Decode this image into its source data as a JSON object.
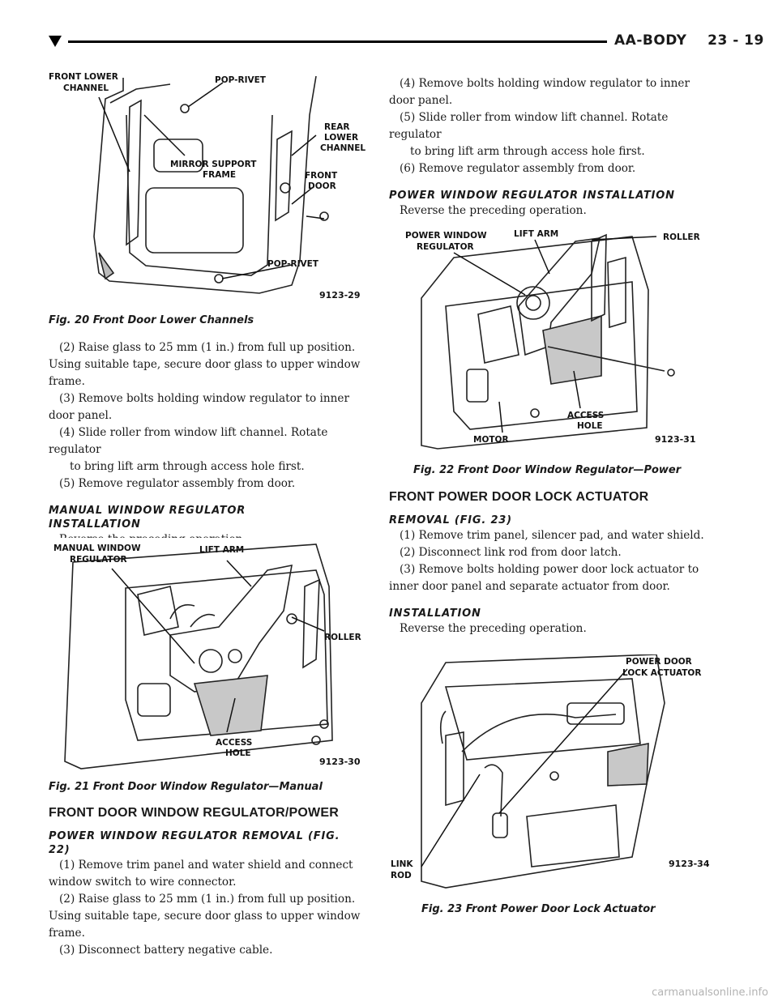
{
  "header": {
    "title": "AA-BODY    23 - 19"
  },
  "fig20": {
    "labels": {
      "front_lower_channel": "FRONT LOWER\nCHANNEL",
      "pop_rivet_top": "POP-RIVET",
      "rear_lower_channel": "REAR\nLOWER\nCHANNEL",
      "mirror_support_frame": "MIRROR SUPPORT\nFRAME",
      "front_door": "FRONT\nDOOR",
      "pop_rivet_bottom": "POP-RIVET"
    },
    "id": "9123-29",
    "caption": "Fig. 20 Front Door Lower Channels"
  },
  "left_text": {
    "p1": "(2) Raise glass to 25 mm (1 in.) from full up position. Using suitable tape, secure door glass to upper window frame.",
    "p2": "(3) Remove bolts holding window regulator to inner door panel.",
    "p3": "(4) Slide roller from window lift channel. Rotate regulator",
    "p3b": "to bring lift arm through access hole first.",
    "p4": "(5) Remove regulator assembly from door.",
    "h_manual_install": "MANUAL WINDOW REGULATOR INSTALLATION",
    "p5": "Reverse the preceding operation."
  },
  "fig21": {
    "labels": {
      "manual_window_regulator": "MANUAL WINDOW\nREGULATOR",
      "lift_arm": "LIFT ARM",
      "roller": "ROLLER",
      "access_hole": "ACCESS\nHOLE"
    },
    "id": "9123-30",
    "caption": "Fig. 21 Front Door Window Regulator—Manual"
  },
  "left_text2": {
    "h_section": "FRONT DOOR WINDOW REGULATOR/POWER",
    "h_power_removal": "POWER WINDOW REGULATOR REMOVAL (FIG. 22)",
    "p1": "(1) Remove trim panel and water shield and connect window switch to wire connector.",
    "p2": "(2) Raise glass to 25 mm (1 in.) from full up position. Using suitable tape, secure door glass to upper window frame.",
    "p3": "(3) Disconnect battery negative cable."
  },
  "right_text": {
    "p1": "(4) Remove bolts holding window regulator to inner door panel.",
    "p2": "(5) Slide roller from window lift channel. Rotate regulator",
    "p2b": "to bring lift arm through access hole first.",
    "p3": "(6) Remove regulator assembly from door.",
    "h_power_install": "POWER WINDOW REGULATOR INSTALLATION",
    "p4": "Reverse the preceding operation."
  },
  "fig22": {
    "labels": {
      "power_window_regulator": "POWER WINDOW\nREGULATOR",
      "lift_arm": "LIFT ARM",
      "roller": "ROLLER",
      "access_hole": "ACCESS\nHOLE",
      "motor": "MOTOR"
    },
    "id": "9123-31",
    "caption": "Fig. 22 Front Door Window Regulator—Power"
  },
  "right_text2": {
    "h_section": "FRONT POWER DOOR LOCK ACTUATOR",
    "h_removal": "REMOVAL (FIG. 23)",
    "p1": "(1) Remove trim panel, silencer pad, and water shield.",
    "p2": "(2) Disconnect link rod from door latch.",
    "p3": "(3) Remove bolts holding power door lock actuator to inner door panel and separate actuator from door.",
    "h_install": "INSTALLATION",
    "p4": "Reverse the preceding operation."
  },
  "fig23": {
    "labels": {
      "power_door_lock_actuator": "POWER DOOR\nLOCK ACTUATOR",
      "link_rod": "LINK\nROD"
    },
    "id": "9123-34",
    "caption": "Fig. 23 Front Power Door Lock Actuator"
  },
  "watermark": "carmanualsonline.info"
}
